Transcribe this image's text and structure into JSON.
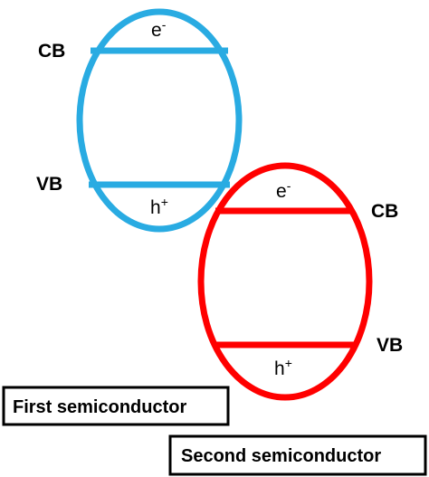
{
  "colors": {
    "first_semiconductor": "#29abe2",
    "second_semiconductor": "#ff0000",
    "text": "#000000",
    "background": "#ffffff"
  },
  "first": {
    "cb_label": "CB",
    "vb_label": "VB",
    "electron_base": "e",
    "electron_sup": "-",
    "hole_base": "h",
    "hole_sup": "+",
    "legend": "First semiconductor"
  },
  "second": {
    "cb_label": "CB",
    "vb_label": "VB",
    "electron_base": "e",
    "electron_sup": "-",
    "hole_base": "h",
    "hole_sup": "+",
    "legend": "Second semiconductor"
  }
}
